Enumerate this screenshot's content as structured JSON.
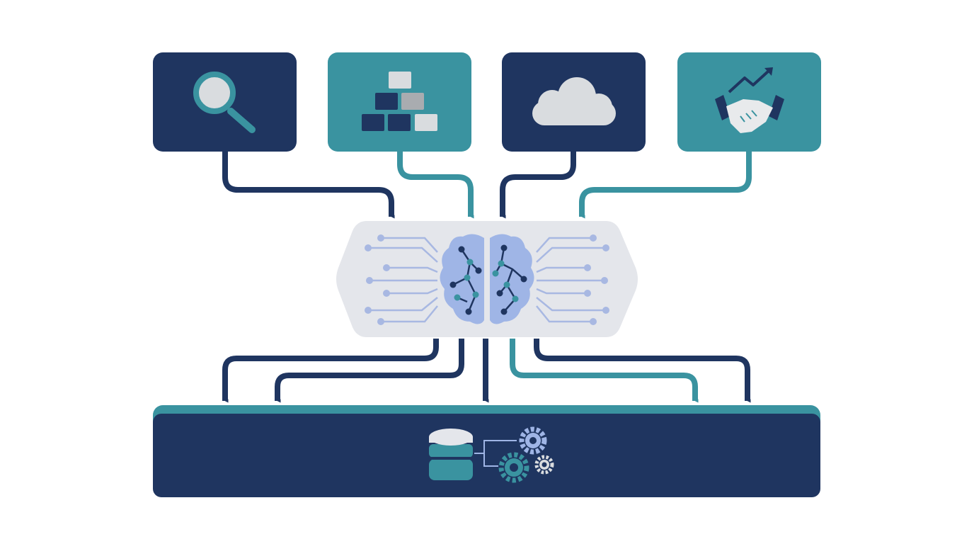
{
  "colors": {
    "navy": "#1f3560",
    "teal": "#3a93a0",
    "hub_fill": "#e4e6eb",
    "brain": "#9fb5e6",
    "circuit": "#a8b8e2",
    "icon_light": "#d9dcdf",
    "background": "#ffffff"
  },
  "sources": [
    {
      "icon": "magnifier-icon",
      "tone": "navy"
    },
    {
      "icon": "stacked-blocks-icon",
      "tone": "teal"
    },
    {
      "icon": "cloud-icon",
      "tone": "navy"
    },
    {
      "icon": "handshake-growth-icon",
      "tone": "teal"
    }
  ],
  "hub": {
    "icon": "brain-circuit-icon"
  },
  "outputs": [
    {
      "tone": "navy"
    },
    {
      "tone": "navy"
    },
    {
      "tone": "navy"
    },
    {
      "tone": "teal"
    },
    {
      "tone": "navy"
    }
  ],
  "target": {
    "icons": [
      "database-icon",
      "gears-icon"
    ]
  }
}
